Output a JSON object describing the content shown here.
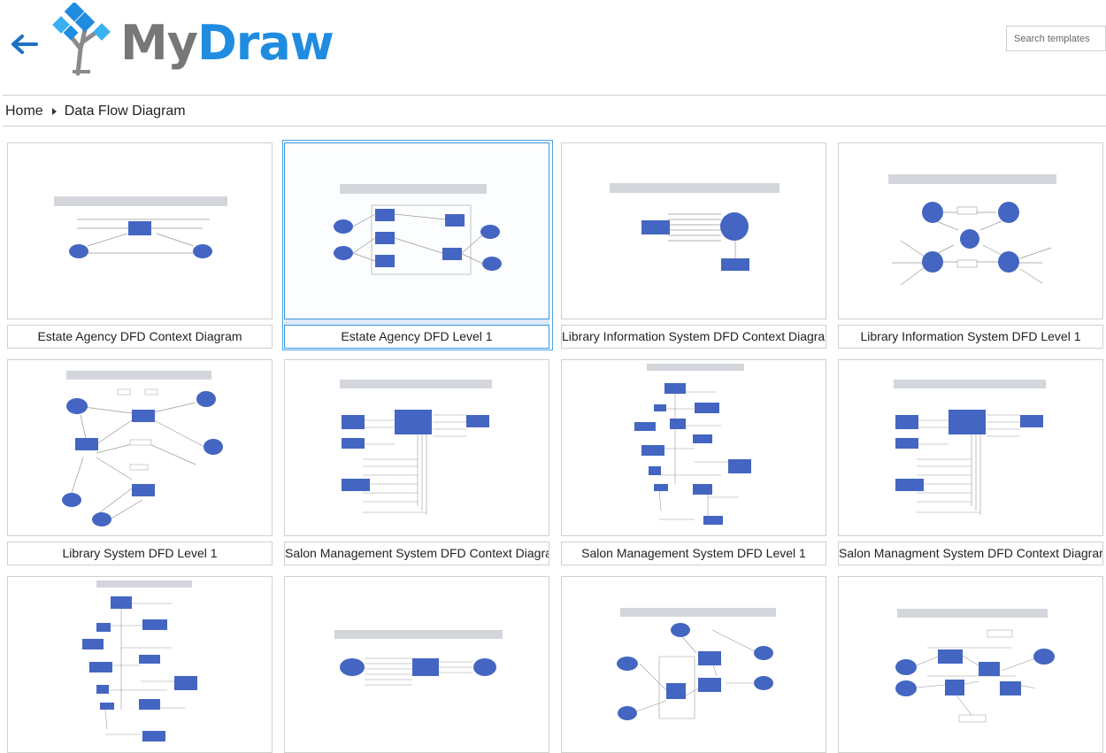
{
  "header": {
    "logo": {
      "text_my": "My",
      "text_draw": "Draw",
      "color_my": "#7a7a7a",
      "color_draw": "#1f8ce0"
    },
    "back_icon": "arrow-left-icon",
    "search": {
      "placeholder": "Search templates",
      "value": ""
    }
  },
  "breadcrumb": {
    "home": "Home",
    "current": "Data Flow Diagram"
  },
  "templates": [
    {
      "title": "Estate Agency DFD Context Diagram",
      "selected": false
    },
    {
      "title": "Estate Agency DFD Level 1",
      "selected": true
    },
    {
      "title": "Library Information System DFD Context Diagram",
      "selected": false
    },
    {
      "title": "Library Information System DFD Level 1",
      "selected": false
    },
    {
      "title": "Library System DFD Level 1",
      "selected": false
    },
    {
      "title": "Salon Management System DFD Context Diagram",
      "selected": false
    },
    {
      "title": "Salon Management System DFD Level 1",
      "selected": false
    },
    {
      "title": "Salon Managment System DFD Context Diagram",
      "selected": false
    },
    {
      "title": "",
      "selected": false
    },
    {
      "title": "",
      "selected": false
    },
    {
      "title": "",
      "selected": false
    },
    {
      "title": "",
      "selected": false
    }
  ],
  "colors": {
    "node": "#4466c2",
    "accent": "#3a94e0",
    "border": "#cfcfcf"
  }
}
